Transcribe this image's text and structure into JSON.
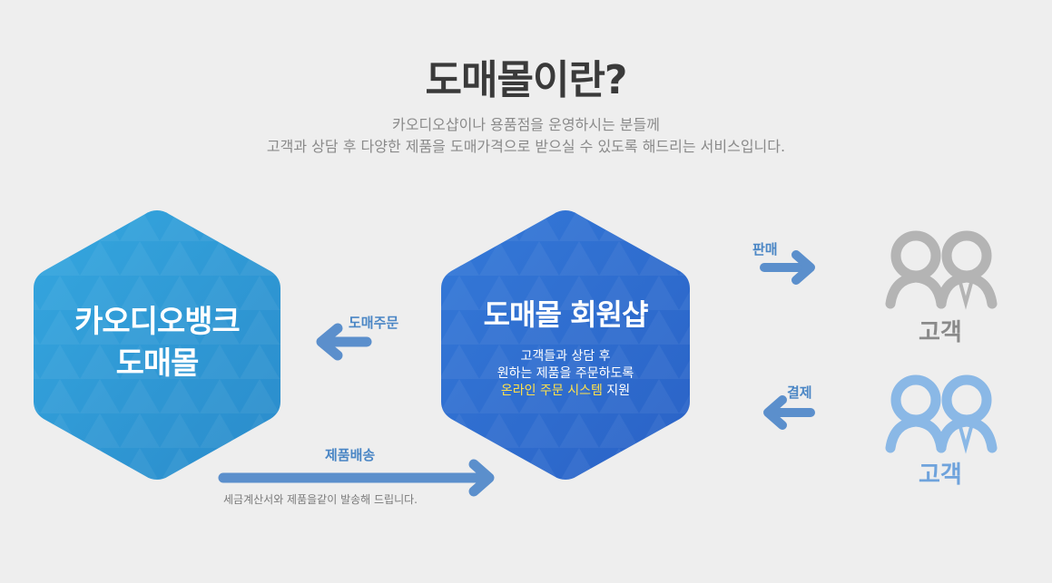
{
  "title": "도매몰이란?",
  "subtitle": {
    "line1": "카오디오샵이나 용품점을 운영하시는 분들께",
    "line2": "고객과 상담 후 다양한 제품을 도매가격으로 받으실 수 있도록 해드리는 서비스입니다."
  },
  "wholesaler": {
    "line1": "카오디오뱅크",
    "line2": "도매몰"
  },
  "member_shop": {
    "title": "도매몰 회원샵",
    "desc_line1": "고객들과 상담 후",
    "desc_line2": "원하는 제품을 주문하도록",
    "desc_highlight": "온라인 주문 시스템",
    "desc_suffix": " 지원"
  },
  "flows": {
    "order": "도매주문",
    "delivery": "제품배송",
    "delivery_note": "세금계산서와 제품을같이 발송해 드립니다.",
    "sale": "판매",
    "payment": "결제"
  },
  "customers": {
    "top_label": "고객",
    "bottom_label": "고객"
  },
  "colors": {
    "hex_left": "#2e9ad6",
    "hex_right": "#2f6fd0",
    "arrow": "#5b8fcc",
    "customer_gray": "#b4b4b4",
    "customer_blue": "#8ab8e6",
    "highlight": "#ffe14a"
  },
  "icons": [
    "arrow-left-icon",
    "arrow-right-icon",
    "customer-group-icon"
  ]
}
